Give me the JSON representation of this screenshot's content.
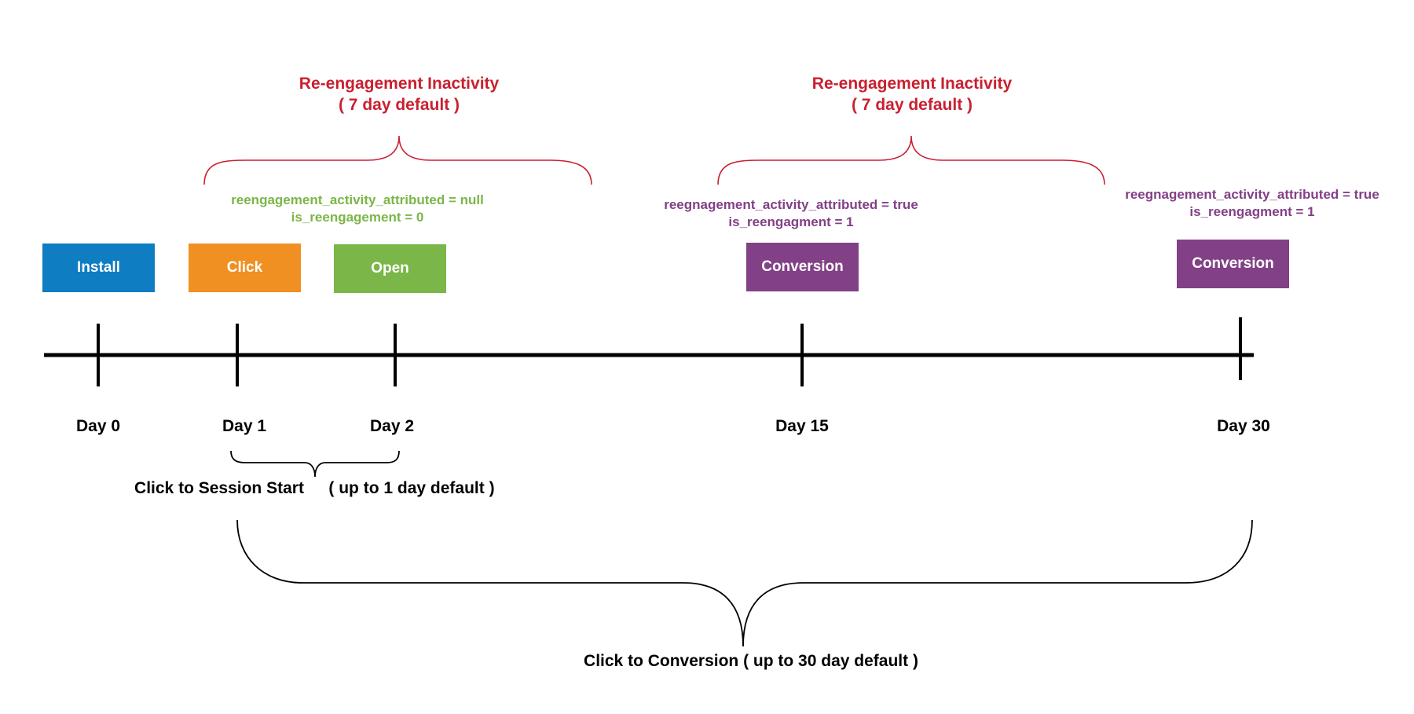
{
  "colors": {
    "install": "#0e7dc2",
    "click": "#f09023",
    "open": "#7ab648",
    "conversion": "#824086",
    "red": "#c9202f",
    "green": "#7ab648",
    "purple": "#824086",
    "black": "#000000"
  },
  "events": {
    "install": "Install",
    "click": "Click",
    "open": "Open",
    "conversion_1": "Conversion",
    "conversion_2": "Conversion"
  },
  "days": {
    "day0": "Day 0",
    "day1": "Day 1",
    "day2": "Day 2",
    "day15": "Day 15",
    "day30": "Day 30"
  },
  "reengagement_1": {
    "title": "Re-engagement Inactivity",
    "subtitle": "( 7 day default )"
  },
  "reengagement_2": {
    "title": "Re-engagement Inactivity",
    "subtitle": "( 7 day default )"
  },
  "attribution_null": {
    "line1": "reengagement_activity_attributed = null",
    "line2": "is_reengagement = 0"
  },
  "attribution_true_1": {
    "line1": "reegnagement_activity_attributed = true",
    "line2": "is_reengagment = 1"
  },
  "attribution_true_2": {
    "line1": "reegnagement_activity_attributed = true",
    "line2": "is_reengagment = 1"
  },
  "windows": {
    "click_to_session": "Click to Session Start",
    "click_to_session_default": "( up to 1 day default )",
    "click_to_conversion": "Click to Conversion ( up to 30 day default )"
  }
}
